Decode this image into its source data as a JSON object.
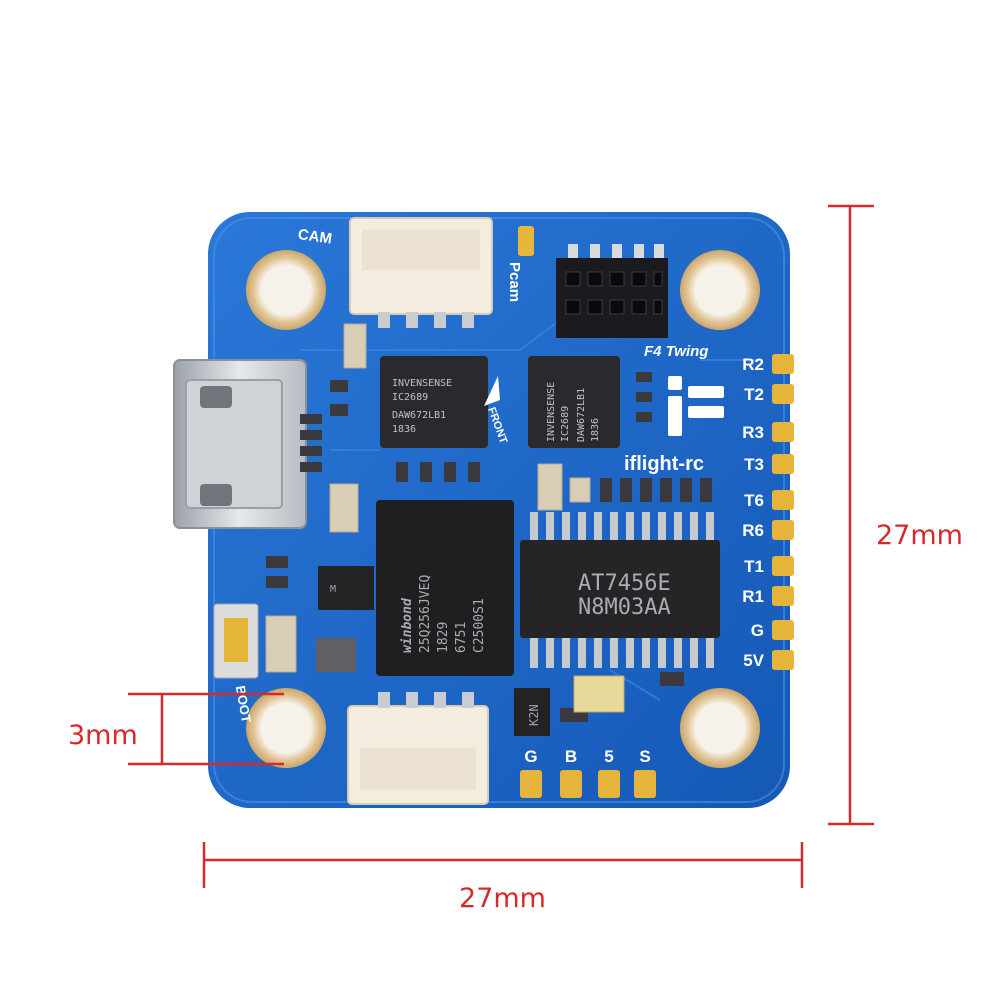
{
  "dimensions": {
    "width_label": "27mm",
    "height_label": "27mm",
    "hole_label": "3mm",
    "color": "#d42a2a"
  },
  "board": {
    "pcb_color": "#1a64c4",
    "brand": "iflight-rc",
    "model": "F4 Twing",
    "logo_icon": "iflight-logo-icon",
    "front_marker": "FRONT",
    "connector_labels": {
      "cam": "CAM",
      "pcam": "Pcam",
      "boot": "BOOT"
    },
    "uart_pads": [
      "R2",
      "T2",
      "R3",
      "T3",
      "T6",
      "R6",
      "T1",
      "R1",
      "G",
      "5V"
    ],
    "bottom_pads": [
      "G",
      "B",
      "5",
      "S"
    ],
    "imu_chips": [
      {
        "lines": [
          "INVENSENSE",
          "IC2689",
          "DAW672LB1",
          "1836"
        ]
      },
      {
        "lines": [
          "INVENSENSE",
          "IC2689",
          "DAW672LB1",
          "1836"
        ]
      }
    ],
    "flash_chip": {
      "lines": [
        "winbond",
        "25Q256JVEQ",
        "1829",
        "6751",
        "C2500S1"
      ]
    },
    "osd_chip": {
      "lines": [
        "AT7456E",
        "N8M03AA"
      ]
    },
    "transistor_marking": "K2N",
    "small_ic_marking": "M"
  }
}
